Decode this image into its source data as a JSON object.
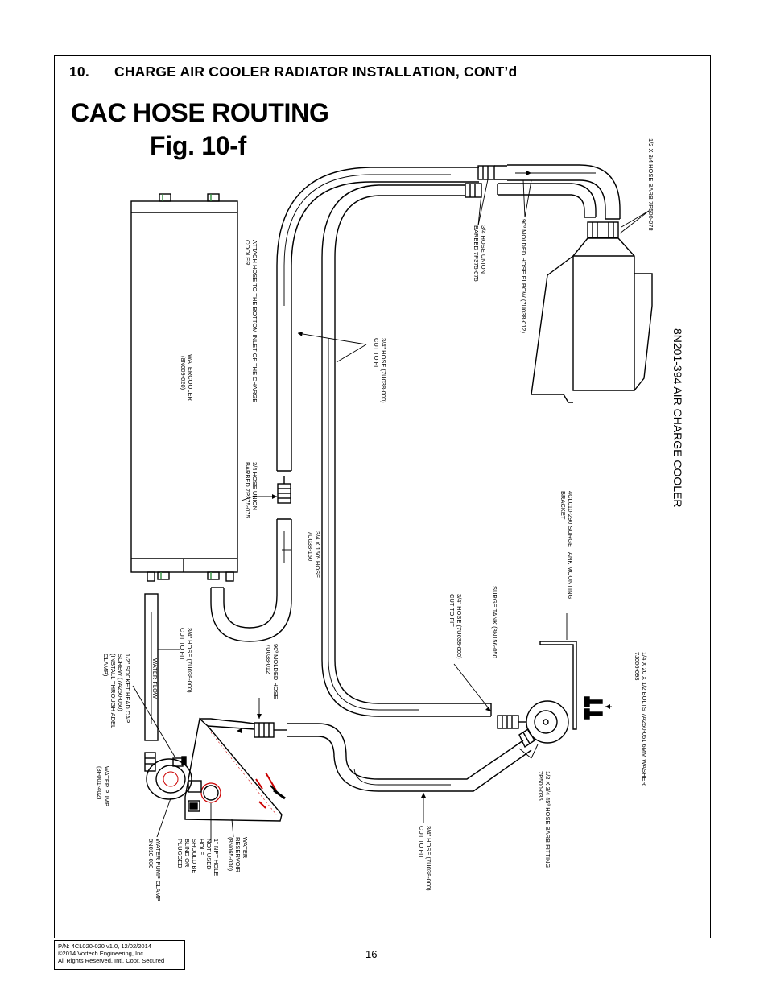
{
  "section": {
    "number": "10.",
    "title": "CHARGE AIR COOLER RADIATOR INSTALLATION, CONT’d"
  },
  "figure": {
    "title": "CAC HOSE ROUTING",
    "fig": "Fig. 10-f"
  },
  "labels": {
    "barb_top": "1/2 X 3/4 HOSE BARB 7P500-078",
    "union_top": [
      "3/4 HOSE UNION",
      "BARBED 7P375-075"
    ],
    "elbow_top": "90º MOLDED HOSE ELBOW (7U038-012)",
    "hose_mid": [
      "3/4\" HOSE (7U038-000)",
      "CUT TO FIT"
    ],
    "attach": [
      "ATTACH HOSE TO THE BOTTOM INLET OF THE CHARGE",
      "COOLER"
    ],
    "watercooler": [
      "WATERCOOLER",
      "(8N009-020)"
    ],
    "union_left": [
      "3/4 HOSE UNION",
      "BARBED 7P375-075"
    ],
    "hose_150": [
      "3/4 X 150º HOSE",
      "7U038-150"
    ],
    "cooler": "8N201-394 AIR CHARGE COOLER",
    "bracket": [
      "4CL010-290 SURGE TANK MOUNTING",
      "BRACKET"
    ],
    "surge_tank": "SURGE TANK (8N156-050",
    "hose_right": [
      "3/4\" HOSE (7U038-000)",
      "CUT TO FIT"
    ],
    "bolts": [
      "1/4 X 20 X 1/2 BOLTS 7A250-051 6MM WASHER",
      "7J006-093"
    ],
    "hose_left": [
      "3/4\" HOSE (7U038-000)",
      "CUT TO FIT"
    ],
    "water_flow": "WATER FLOW",
    "socket_screw": [
      "1/2\" SOCKET HEAD CAP",
      "SCREW (7A250-050)",
      "(INSTALL THROUGH ADEL",
      "CLAMP)"
    ],
    "molded_hose": [
      "90º MOLDED HOSE",
      "7U038-012"
    ],
    "water_pump": [
      "WATER PUMP",
      "(8F001-402)"
    ],
    "pump_clamp": [
      "WATER PUMP CLAMP",
      "8N010-030"
    ],
    "npt_hole": [
      "1\" NPT HOLE",
      "NOT USED",
      "HOLE",
      "SHOULD BE",
      "BLIND OR",
      "PLUGGED"
    ],
    "reservoir": [
      "WATER",
      "RESERVOIR",
      "(8N065-030)"
    ],
    "barb_fitting": [
      "1/2 X 3/4 45º HOSE BARB FITTING",
      "7P500-035"
    ],
    "hose_bottom": [
      "3/4\" HOSE (7U038-000)",
      "CUT TO FIT"
    ]
  },
  "footer": {
    "lines": [
      "P/N: 4CL020-020 v1.0, 12/02/2014",
      "©2014 Vortech Engineering, Inc.",
      "All Rights Reserved, Intl. Copr. Secured"
    ],
    "page": "16"
  },
  "colors": {
    "ink": "#000000",
    "accent_red": "#cc0000",
    "fitting_green": "#2e8b3a"
  }
}
